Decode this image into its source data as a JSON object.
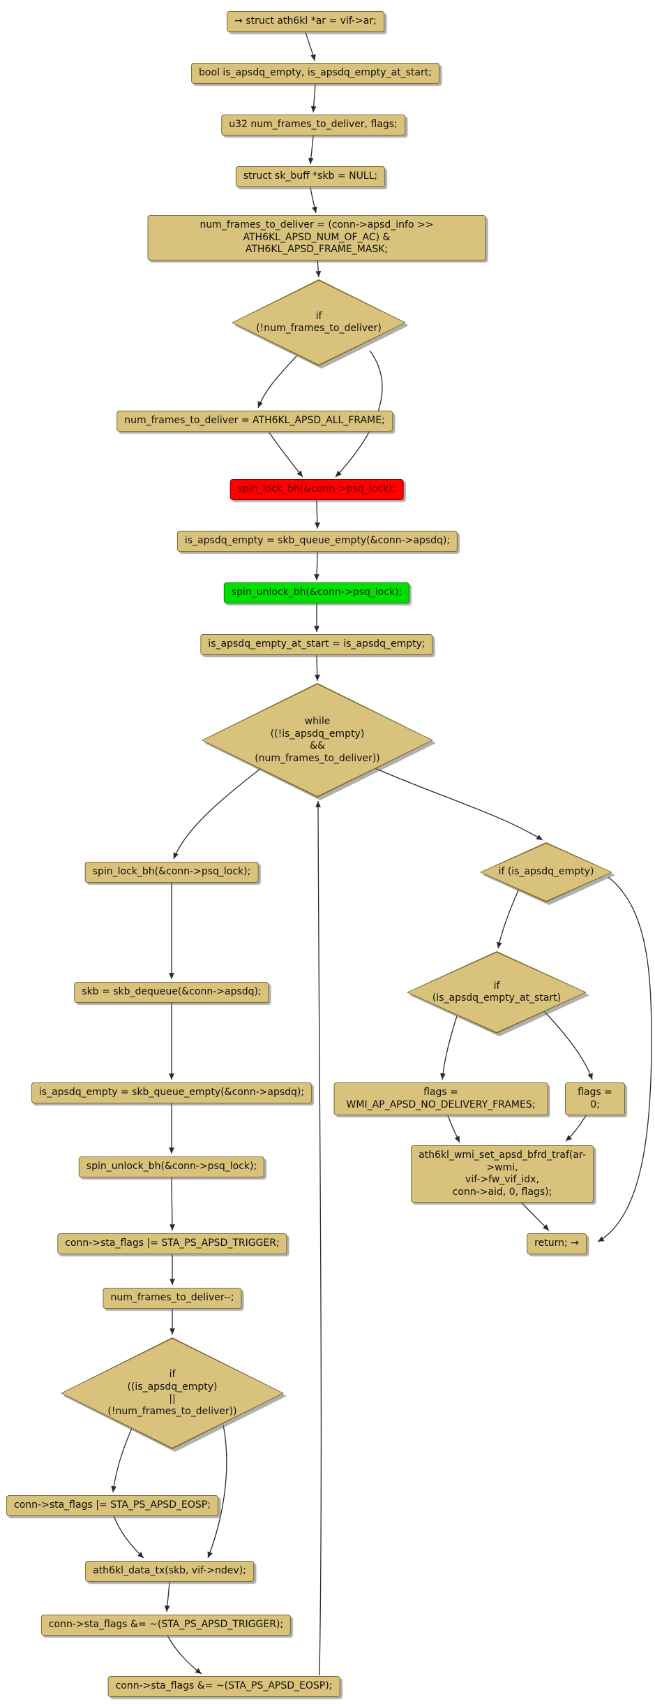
{
  "colors": {
    "node_fill": "#d8c27c",
    "node_border": "#7c6a2e",
    "lock_red": "#ff0000",
    "lock_text": "#600000",
    "unlock_green": "#00e000",
    "unlock_text": "#003300",
    "edge": "#2a2a2a",
    "shadow": "rgba(110,110,110,0.55)"
  },
  "nodes": {
    "declare_ar": {
      "label": "→ struct ath6kl *ar = vif->ar;"
    },
    "declare_bool": {
      "label": "bool is_apsdq_empty, is_apsdq_empty_at_start;"
    },
    "declare_u32": {
      "label": "u32 num_frames_to_deliver, flags;"
    },
    "declare_skb": {
      "label": "struct sk_buff *skb = NULL;"
    },
    "calc_frames": {
      "label": "num_frames_to_deliver = (conn->apsd_info >> ATH6KL_APSD_NUM_OF_AC) &\nATH6KL_APSD_FRAME_MASK;"
    },
    "if_no_frames": {
      "label": "if\n(!num_frames_to_deliver)"
    },
    "set_all_frame": {
      "label": "num_frames_to_deliver = ATH6KL_APSD_ALL_FRAME;"
    },
    "spin_lock_1": {
      "label": "spin_lock_bh(&conn->psq_lock);"
    },
    "queue_empty_1": {
      "label": "is_apsdq_empty = skb_queue_empty(&conn->apsdq);"
    },
    "spin_unlock_1": {
      "label": "spin_unlock_bh(&conn->psq_lock);"
    },
    "empty_at_start": {
      "label": "is_apsdq_empty_at_start = is_apsdq_empty;"
    },
    "while_loop": {
      "label": "while\n((!is_apsdq_empty)\n&&\n(num_frames_to_deliver))"
    },
    "spin_lock_2": {
      "label": "spin_lock_bh(&conn->psq_lock);"
    },
    "skb_dequeue": {
      "label": "skb = skb_dequeue(&conn->apsdq);"
    },
    "queue_empty_2": {
      "label": "is_apsdq_empty = skb_queue_empty(&conn->apsdq);"
    },
    "spin_unlock_2": {
      "label": "spin_unlock_bh(&conn->psq_lock);"
    },
    "set_trigger": {
      "label": "conn->sta_flags |= STA_PS_APSD_TRIGGER;"
    },
    "decrement": {
      "label": "num_frames_to_deliver--;"
    },
    "if_last_frame": {
      "label": "if\n((is_apsdq_empty)\n||\n(!num_frames_to_deliver))"
    },
    "set_eosp": {
      "label": "conn->sta_flags |= STA_PS_APSD_EOSP;"
    },
    "data_tx": {
      "label": "ath6kl_data_tx(skb, vif->ndev);"
    },
    "clear_trigger": {
      "label": "conn->sta_flags &= ~(STA_PS_APSD_TRIGGER);"
    },
    "clear_eosp": {
      "label": "conn->sta_flags &= ~(STA_PS_APSD_EOSP);"
    },
    "if_empty": {
      "label": "if (is_apsdq_empty)"
    },
    "if_empty_at_start": {
      "label": "if\n(is_apsdq_empty_at_start)"
    },
    "flags_no_delivery": {
      "label": "flags = WMI_AP_APSD_NO_DELIVERY_FRAMES;"
    },
    "flags_zero": {
      "label": "flags = 0;"
    },
    "wmi_call": {
      "label": "ath6kl_wmi_set_apsd_bfrd_traf(ar->wmi,\nvif->fw_vif_idx,\nconn->aid, 0, flags);"
    },
    "return_node": {
      "label": "return; →"
    }
  }
}
